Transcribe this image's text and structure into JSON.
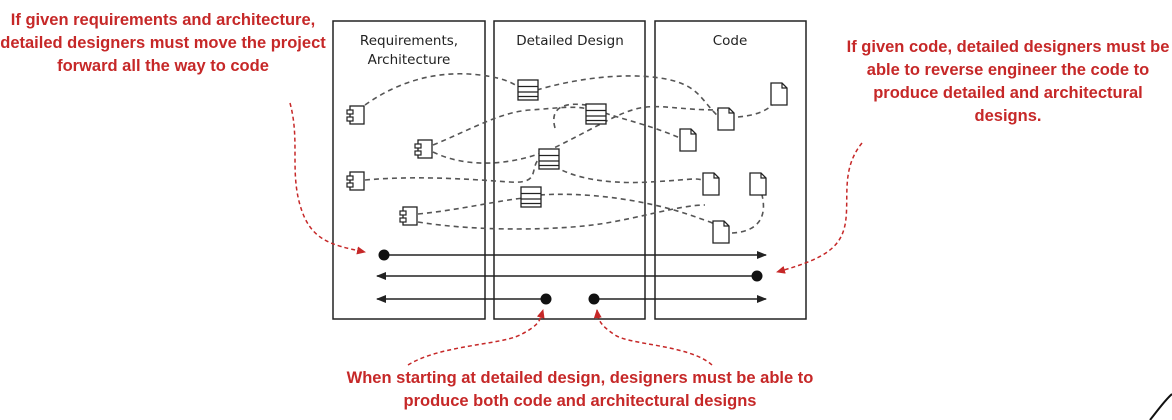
{
  "notes": {
    "left": "If given requirements and architecture, detailed designers must move the project forward all the way to code",
    "right": "If given code, detailed designers must be able to reverse engineer the code to produce detailed and architectural designs.",
    "bottom": "When starting at detailed design,  designers must be able to produce both code and architectural designs"
  },
  "columns": {
    "requirements": "Requirements, Architecture",
    "detailed_design": "Detailed Design",
    "code": "Code"
  },
  "icons": {
    "component": "component-icon",
    "class": "class-icon",
    "document": "document-icon"
  },
  "colors": {
    "annotation": "#c62828",
    "outline": "#222222",
    "dashed_link": "#555555"
  }
}
